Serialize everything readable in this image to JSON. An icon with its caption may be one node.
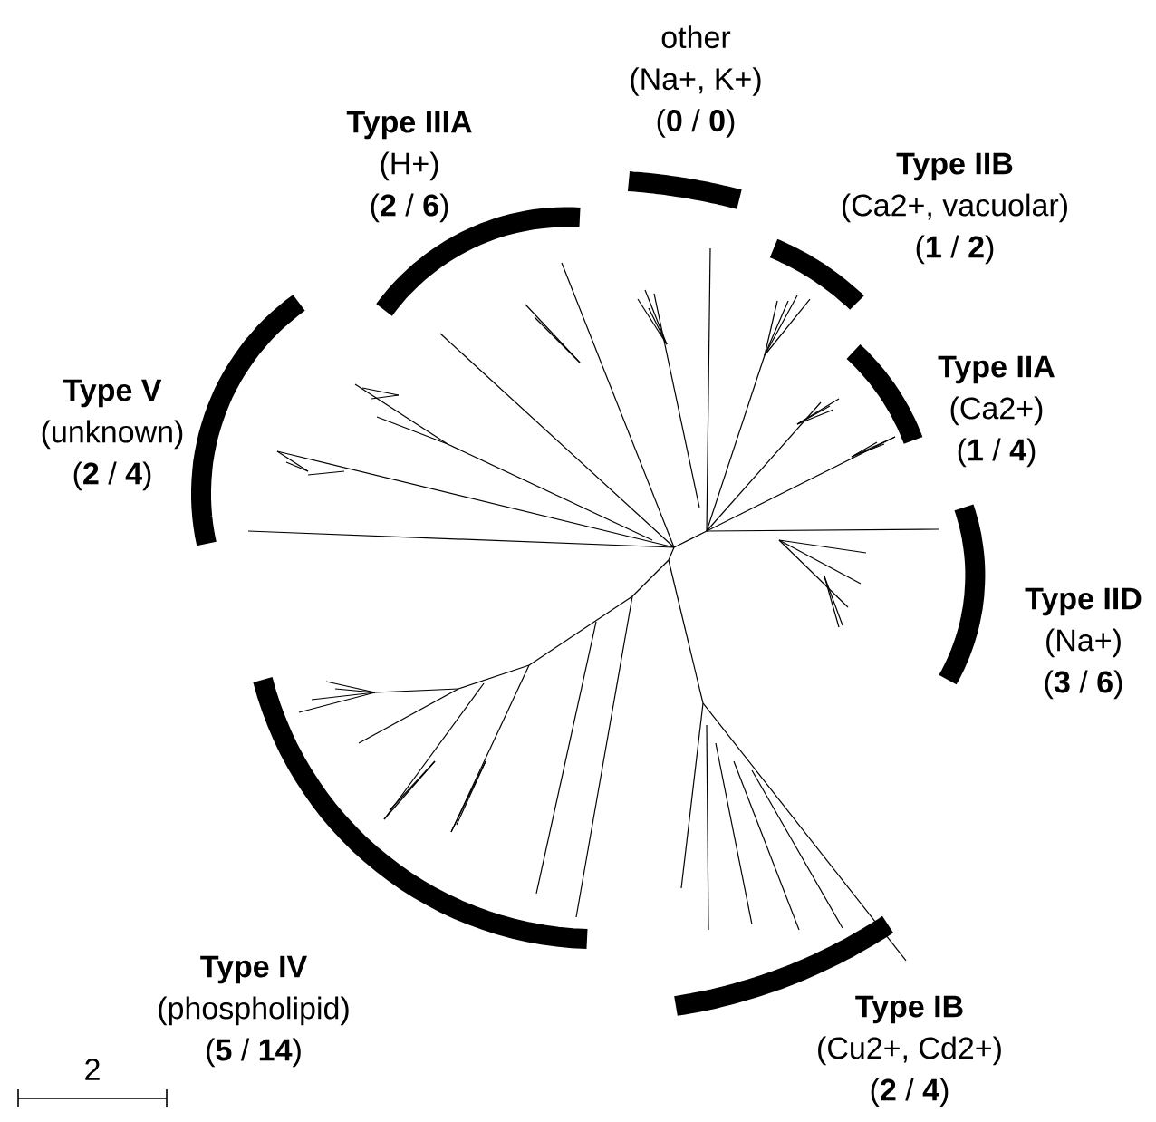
{
  "diagram": {
    "nodes": [
      {
        "text": [
          "other",
          "(Na+, K+)",
          "(**0** / **0**)"
        ]
      },
      {
        "text": [
          "Type IIIA",
          "(H+)",
          "(**2** / **6**)"
        ]
      },
      {
        "text": [
          "Type IIB",
          "(Ca2+, vacuolar)",
          "(**1** / **2**)"
        ]
      },
      {
        "text": [
          "Type IIA",
          "(Ca2+)",
          "(**1** / **4**)"
        ]
      },
      {
        "text": [
          "Type V",
          "(unknown)",
          "(**2** / **4**)"
        ]
      },
      {
        "text": [
          "Type IID",
          "(Na+)",
          "(**3** / **6**)"
        ]
      },
      {
        "text": [
          "Type IV",
          "(phospholipid)",
          "(**5** / **14**)"
        ]
      },
      {
        "text": [
          "Type IB",
          "(Cu2+, Cd2+)",
          "(**2** / **4**)"
        ]
      }
    ],
    "labels": [
      "2"
    ]
  }
}
